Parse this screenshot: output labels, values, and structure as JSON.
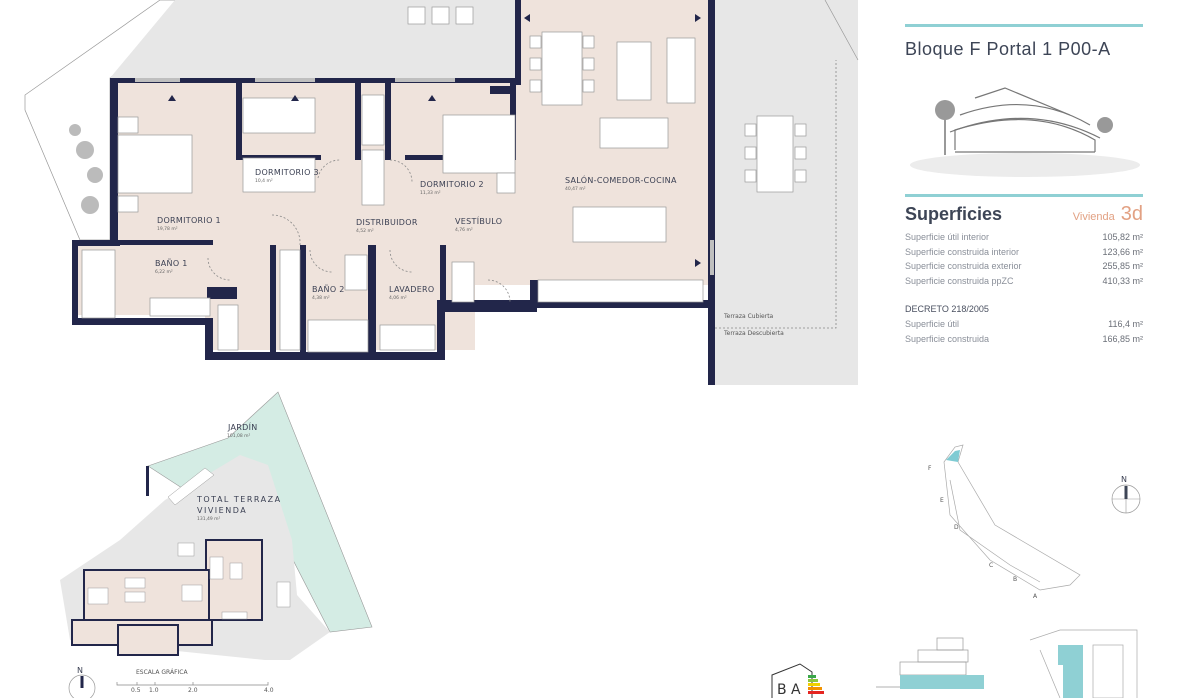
{
  "header": {
    "title": "Bloque F Portal 1 P00-A"
  },
  "superficies": {
    "title": "Superficies",
    "vivienda_label": "Vivienda",
    "vivienda_type": "3d",
    "rows": [
      {
        "label": "Superficie útil interior",
        "value": "105,82 m²"
      },
      {
        "label": "Superficie construida interior",
        "value": "123,66 m²"
      },
      {
        "label": "Superficie construida exterior",
        "value": "255,85 m²"
      },
      {
        "label": "Superficie construida ppZC",
        "value": "410,33 m²"
      }
    ],
    "decreto": {
      "title": "DECRETO 218/2005",
      "rows": [
        {
          "label": "Superficie útil",
          "value": "116,4 m²"
        },
        {
          "label": "Superficie construida",
          "value": "166,85 m²"
        }
      ]
    }
  },
  "rooms": {
    "dormitorio1": {
      "name": "DORMITORIO 1",
      "area": "19,78 m²"
    },
    "dormitorio2": {
      "name": "DORMITORIO 2",
      "area": "11,33 m²"
    },
    "dormitorio3": {
      "name": "DORMITORIO 3",
      "area": "10,4 m²"
    },
    "distribuidor": {
      "name": "DISTRIBUIDOR",
      "area": "4,52 m²"
    },
    "vestibulo": {
      "name": "VESTÍBULO",
      "area": "4,76 m²"
    },
    "salon": {
      "name": "SALÓN-COMEDOR-COCINA",
      "area": "40,47 m²"
    },
    "bano1": {
      "name": "BAÑO 1",
      "area": "6,22 m²"
    },
    "bano2": {
      "name": "BAÑO 2",
      "area": "4,38 m²"
    },
    "lavadero": {
      "name": "LAVADERO",
      "area": "4,06 m²"
    },
    "terraza_cubierta": "Terraza Cubierta",
    "terraza_descubierta": "Terraza Descubierta"
  },
  "site_plan": {
    "jardin": {
      "name": "JARDÍN",
      "area": "101,08 m²"
    },
    "terraza_line1": "TOTAL TERRAZA",
    "terraza_line2": "VIVIENDA",
    "terraza_area": "131,49 m²",
    "scale_title": "ESCALA GRÁFICA",
    "scale_ticks": [
      "0.5",
      "1.0",
      "2.0",
      "4.0"
    ],
    "north": "N"
  },
  "key_plan": {
    "blocks": [
      "F",
      "E",
      "D",
      "C",
      "B",
      "A"
    ],
    "north": "N",
    "energy_rating": [
      "B",
      "A"
    ]
  },
  "colors": {
    "wall": "#22264a",
    "room": "#efe3dc",
    "terrace": "#e7e7e7",
    "accent": "#8fd0d4",
    "garden": "#d4ece4",
    "vivienda": "#e2a183"
  }
}
